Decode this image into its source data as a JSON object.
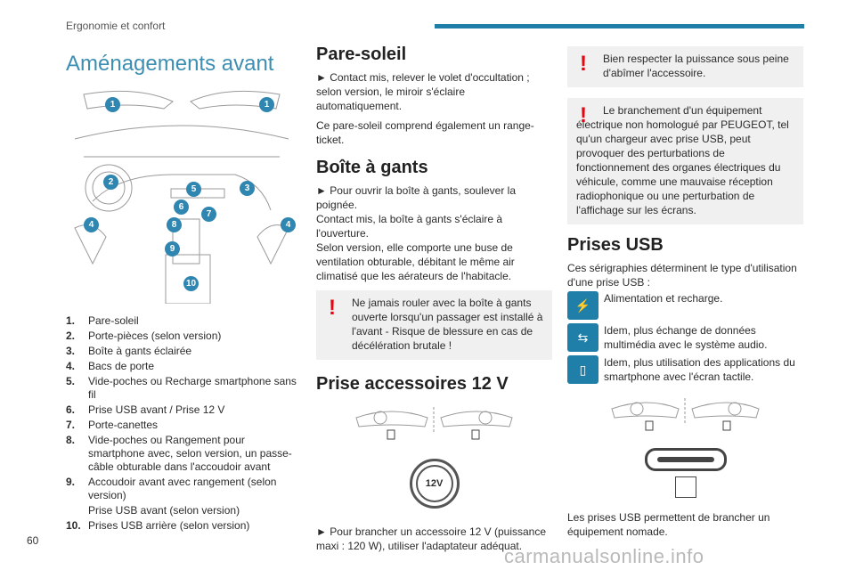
{
  "header": {
    "section": "Ergonomie et confort",
    "page_number": "60"
  },
  "watermark": "carmanualsonline.info",
  "col1": {
    "title": "Aménagements avant",
    "callouts": [
      "1",
      "1",
      "2",
      "3",
      "5",
      "6",
      "7",
      "8",
      "4",
      "4",
      "9",
      "10"
    ],
    "legend": [
      {
        "n": "1.",
        "t": "Pare-soleil"
      },
      {
        "n": "2.",
        "t": "Porte-pièces (selon version)"
      },
      {
        "n": "3.",
        "t": "Boîte à gants éclairée"
      },
      {
        "n": "4.",
        "t": "Bacs de porte"
      },
      {
        "n": "5.",
        "t": "Vide-poches ou Recharge smartphone sans fil"
      },
      {
        "n": "6.",
        "t": "Prise USB avant / Prise 12 V"
      },
      {
        "n": "7.",
        "t": "Porte-canettes"
      },
      {
        "n": "8.",
        "t": "Vide-poches ou Rangement pour smartphone avec, selon version, un passe-câble obturable dans l'accoudoir avant"
      },
      {
        "n": "9.",
        "t": "Accoudoir avant avec rangement (selon version)"
      },
      {
        "n": "",
        "t": "Prise USB avant (selon version)"
      },
      {
        "n": "10.",
        "t": "Prises USB arrière (selon version)"
      }
    ]
  },
  "col2": {
    "pare_soleil_title": "Pare-soleil",
    "pare_soleil_p1": "► Contact mis, relever le volet d'occultation ; selon version, le miroir s'éclaire automatiquement.",
    "pare_soleil_p2": "Ce pare-soleil comprend également un range-ticket.",
    "boite_title": "Boîte à gants",
    "boite_p1": "► Pour ouvrir la boîte à gants, soulever la poignée.",
    "boite_p2": "Contact mis, la boîte à gants s'éclaire à l'ouverture.",
    "boite_p3": "Selon version, elle comporte une buse de ventilation obturable, débitant le même air climatisé que les aérateurs de l'habitacle.",
    "warning1": "Ne jamais rouler avec la boîte à gants ouverte lorsqu'un passager est installé à l'avant - Risque de blessure en cas de décélération brutale !",
    "prise_title": "Prise accessoires 12 V",
    "socket_label": "12V",
    "prise_p1": "► Pour brancher un accessoire 12 V (puissance maxi : 120 W), utiliser l'adaptateur adéquat."
  },
  "col3": {
    "warning2": "Bien respecter la puissance sous peine d'abîmer l'accessoire.",
    "warning3": "Le branchement d'un équipement électrique non homologué par PEUGEOT, tel qu'un chargeur avec prise USB, peut provoquer des perturbations de fonctionnement des organes électriques du véhicule, comme une mauvaise réception radiophonique ou une perturbation de l'affichage sur les écrans.",
    "usb_title": "Prises USB",
    "usb_intro": "Ces sérigraphies déterminent le type d'utilisation d'une prise USB :",
    "usb_items": [
      {
        "icon": "battery-charge-icon",
        "text": "Alimentation et recharge."
      },
      {
        "icon": "usb-data-icon",
        "text": "Idem, plus échange de données multimédia avec le système audio."
      },
      {
        "icon": "smartphone-app-icon",
        "text": "Idem, plus utilisation des applications du smartphone avec l'écran tactile."
      }
    ],
    "usb_final": "Les prises USB permettent de brancher un équipement nomade."
  },
  "colors": {
    "accent": "#1f7fa8",
    "title": "#3d8eb3",
    "warning": "#e30613",
    "callout": "#2f86b0"
  }
}
